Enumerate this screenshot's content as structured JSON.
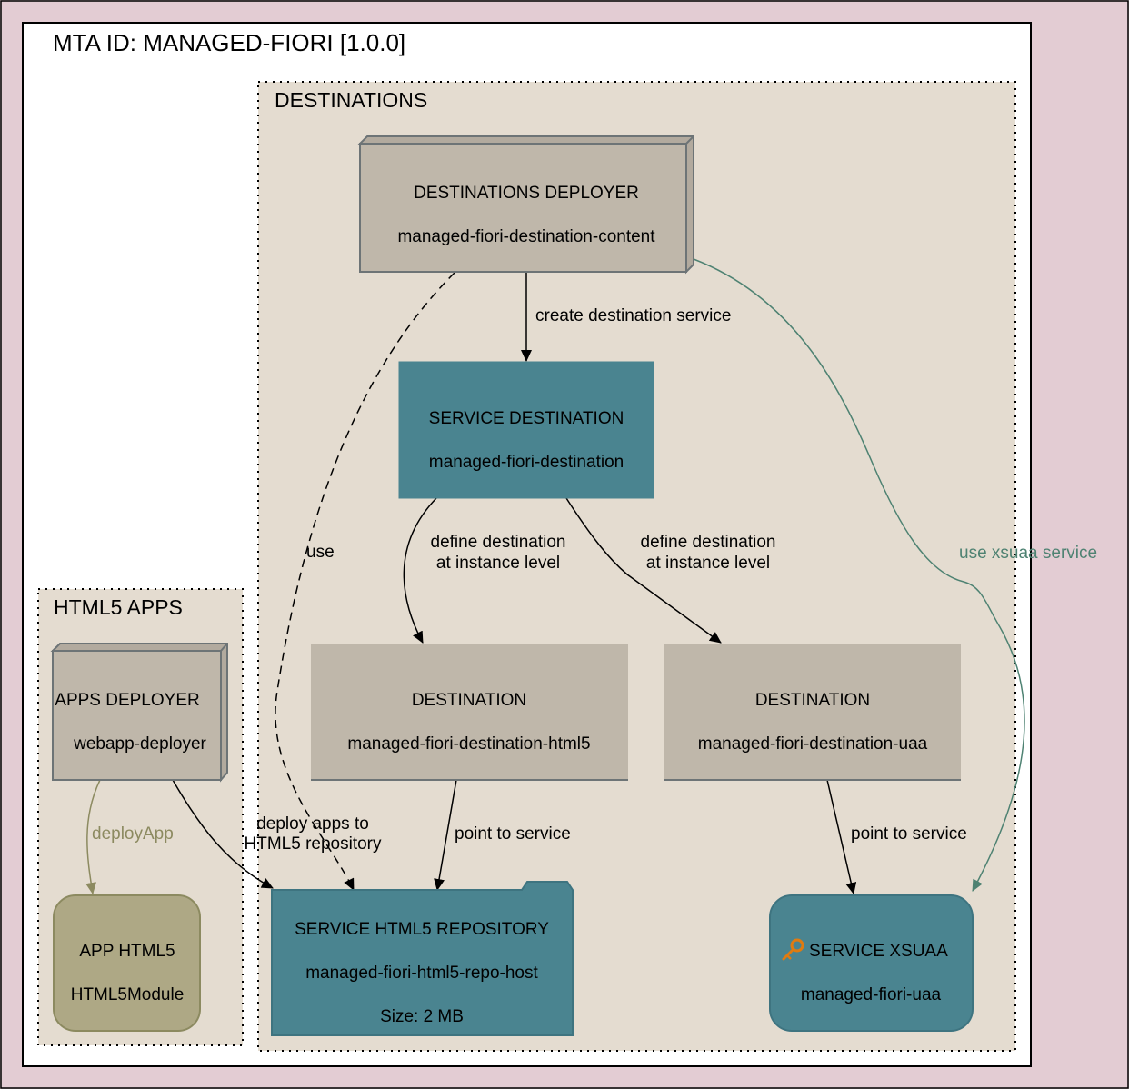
{
  "title": "MTA ID: MANAGED-FIORI [1.0.0]",
  "clusters": {
    "destinations": "DESTINATIONS",
    "html5_apps": "HTML5 APPS"
  },
  "nodes": {
    "destinations_deployer": {
      "type": "DESTINATIONS DEPLOYER",
      "name": "managed-fiori-destination-content"
    },
    "service_destination": {
      "type": "SERVICE DESTINATION",
      "name": "managed-fiori-destination"
    },
    "destination_html5": {
      "type": "DESTINATION",
      "name": "managed-fiori-destination-html5"
    },
    "destination_uaa": {
      "type": "DESTINATION",
      "name": "managed-fiori-destination-uaa"
    },
    "apps_deployer": {
      "type": "APPS DEPLOYER",
      "name": "webapp-deployer"
    },
    "app_html5": {
      "type": "APP HTML5",
      "name": "HTML5Module"
    },
    "service_html5_repo": {
      "type": "SERVICE HTML5 REPOSITORY",
      "name": "managed-fiori-html5-repo-host",
      "size": "Size: 2 MB"
    },
    "service_xsuaa": {
      "type": "SERVICE XSUAA",
      "name": "managed-fiori-uaa",
      "icon": "key-icon"
    }
  },
  "edges": {
    "create_destination_service": "create destination service",
    "use": "use",
    "use_xsuaa_service": "use xsuaa service",
    "define_destination_1": [
      "define destination",
      "at instance level"
    ],
    "define_destination_2": [
      "define destination",
      "at instance level"
    ],
    "point_to_service_1": "point to service",
    "point_to_service_2": "point to service",
    "deploy_app": "deployApp",
    "deploy_apps_to_repo": [
      "deploy apps to",
      "HTML5 repository"
    ]
  },
  "colors": {
    "background": "#e3ccd3",
    "cluster_fill": "#e4dcd0",
    "deployer_fill": "#bfb7aa",
    "service_fill": "#4a8490",
    "app_fill": "#aea885",
    "xsuaa_edge": "#4e8272",
    "deploy_app_edge": "#8c8a60",
    "key_icon": "#e07b10"
  }
}
